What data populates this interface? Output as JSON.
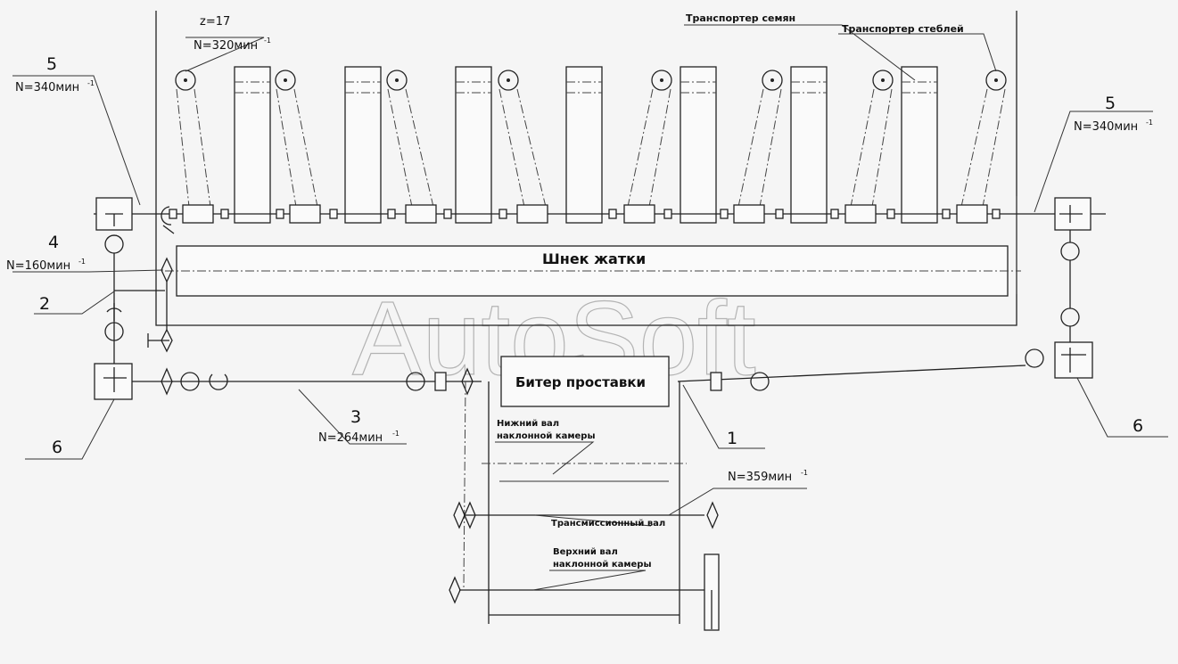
{
  "labels": {
    "z17": "z=17",
    "n320": "N=320мин",
    "seed_conveyor": "Транспортер семян",
    "stem_conveyor": "Транспортер стеблей",
    "left_5": "5",
    "left_n340": "N=340мин",
    "right_5": "5",
    "right_n340": "N=340мин",
    "label_4": "4",
    "n160": "N=160мин",
    "label_2": "2",
    "auger": "Шнек жатки",
    "beater": "Битер проставки",
    "label_3": "3",
    "n264": "N=264мин",
    "label_1": "1",
    "left_6": "6",
    "right_6": "6",
    "lower_shaft_1": "Нижний вал",
    "lower_shaft_2": "наклонной камеры",
    "n359": "N=359мин",
    "transmission_shaft": "Трансмиссионный вал",
    "upper_shaft_1": "Верхний вал",
    "upper_shaft_2": "наклонной камеры",
    "sup": "-1",
    "watermark": "AutoSoft"
  }
}
